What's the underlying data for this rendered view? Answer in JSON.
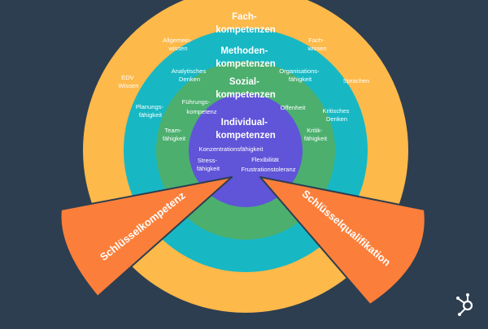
{
  "colors": {
    "background": "#2d3e50",
    "outer_ring": "#fdb94a",
    "methoden_ring": "#17b8c4",
    "sozial_ring": "#4caf6e",
    "individual_core": "#6054d8",
    "wedge": "#fb7f3a",
    "white": "#ffffff"
  },
  "rings": {
    "fach": {
      "title": [
        "Fach-",
        "kompetenzen"
      ],
      "items": [
        [
          "Allgemein-",
          "wissen"
        ],
        [
          "Fach-",
          "wissen"
        ],
        [
          "EDV",
          "Wissen"
        ],
        [
          "Sprachen"
        ]
      ]
    },
    "methoden": {
      "title": [
        "Methoden-",
        "kompetenzen"
      ],
      "items": [
        [
          "Analytisches",
          "Denken"
        ],
        [
          "Organisations-",
          "fähigkeit"
        ],
        [
          "Planungs-",
          "fähigkeit"
        ],
        [
          "Kritisches",
          "Denken"
        ]
      ]
    },
    "sozial": {
      "title": [
        "Sozial-",
        "kompetenzen"
      ],
      "items": [
        [
          "Führungs-",
          "kompetenz"
        ],
        [
          "Offenheit"
        ],
        [
          "Team-",
          "fähigkeit"
        ],
        [
          "Kritik-",
          "fähigkeit"
        ]
      ]
    },
    "individual": {
      "title": [
        "Individual-",
        "kompetenzen"
      ],
      "items": [
        [
          "Konzentrationsfähigkeit"
        ],
        [
          "Stress-",
          "fähigkeit"
        ],
        [
          "Flexibilität"
        ],
        [
          "Frustrationstoleranz"
        ]
      ]
    }
  },
  "wedges": {
    "left": "Schlüsselkompetenz",
    "right": "Schlüsselqualifikation"
  },
  "logo": {
    "icon": "hubspot-sprocket-icon"
  }
}
